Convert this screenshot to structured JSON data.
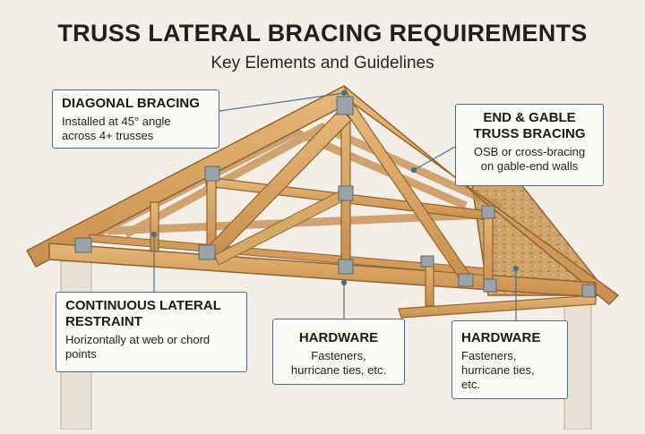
{
  "header": {
    "title": "TRUSS LATERAL BRACING REQUIREMENTS",
    "subtitle": "Key Elements and Guidelines"
  },
  "callouts": {
    "diagonal": {
      "heading": "DIAGONAL BRACING",
      "line1": "Installed at 45° angle",
      "line2": "across 4+ trusses"
    },
    "gable": {
      "heading1": "END & GABLE",
      "heading2": "TRUSS BRACING",
      "line1": "OSB or cross-bracing",
      "line2": "on gable-end walls"
    },
    "lateral": {
      "heading1": "CONTINUOUS LATERAL",
      "heading2": "RESTRAINT",
      "line1": "Horizontally at web or chord",
      "line2": "points"
    },
    "hardware_center": {
      "heading": "HARDWARE",
      "line1": "Fasteners,",
      "line2": "hurricane ties, etc."
    },
    "hardware_right": {
      "heading": "HARDWARE",
      "line1": "Fasteners,",
      "line2": "hurricane ties,",
      "line3": "etc."
    }
  },
  "colors": {
    "lumber": "#d9a866",
    "lumber_dark": "#a8743a",
    "osb": "#caa06a",
    "plate": "#9aa3a8",
    "leader": "#4a6f8a",
    "post": "#e8e1d3"
  }
}
